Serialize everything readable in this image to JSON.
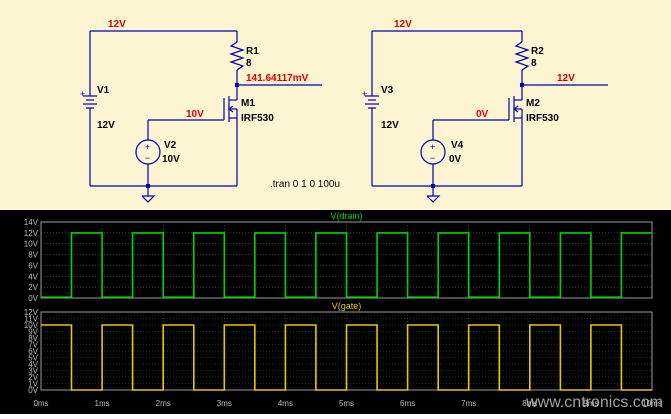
{
  "schematic": {
    "left": {
      "supply_label": "12V",
      "r_name": "R1",
      "r_value": "8",
      "drain_probe": "141.64117mV",
      "v_src_name": "V1",
      "v_src_value": "12V",
      "gate_label": "10V",
      "mos_name": "M1",
      "mos_model": "IRF530",
      "gate_src_name": "V2",
      "gate_src_value": "10V"
    },
    "right": {
      "supply_label": "12V",
      "r_name": "R2",
      "r_value": "8",
      "drain_probe": "12V",
      "v_src_name": "V3",
      "v_src_value": "12V",
      "gate_label": "0V",
      "mos_name": "M2",
      "mos_model": "IRF530",
      "gate_src_name": "V4",
      "gate_src_value": "0V"
    },
    "directive": ".tran 0 1 0 100u"
  },
  "chart_data": [
    {
      "type": "line",
      "title": "V(drain)",
      "color": "#00d400",
      "x_unit": "ms",
      "x_ticks": [
        "0ms",
        "1ms",
        "2ms",
        "3ms",
        "4ms",
        "5ms",
        "6ms",
        "7ms",
        "8ms",
        "9ms",
        "10ms"
      ],
      "y_ticks": [
        "0V",
        "2V",
        "4V",
        "6V",
        "8V",
        "10V",
        "12V",
        "14V"
      ],
      "ylim": [
        0,
        14
      ],
      "xlim": [
        0,
        10
      ],
      "grid": true,
      "series": [
        {
          "x": [
            0,
            0.5,
            0.5,
            1.0,
            1.0,
            1.5,
            1.5,
            2.0,
            2.0,
            2.5,
            2.5,
            3.0,
            3.0,
            3.5,
            3.5,
            4.0,
            4.0,
            4.5,
            4.5,
            5.0,
            5.0,
            5.5,
            5.5,
            6.0,
            6.0,
            6.5,
            6.5,
            7.0,
            7.0,
            7.5,
            7.5,
            8.0,
            8.0,
            8.5,
            8.5,
            9.0,
            9.0,
            9.5,
            9.5,
            10.0
          ],
          "y": [
            0.14,
            0.14,
            12,
            12,
            0.14,
            0.14,
            12,
            12,
            0.14,
            0.14,
            12,
            12,
            0.14,
            0.14,
            12,
            12,
            0.14,
            0.14,
            12,
            12,
            0.14,
            0.14,
            12,
            12,
            0.14,
            0.14,
            12,
            12,
            0.14,
            0.14,
            12,
            12,
            0.14,
            0.14,
            12,
            12,
            0.14,
            0.14,
            12,
            12
          ]
        }
      ]
    },
    {
      "type": "line",
      "title": "V(gate)",
      "color": "#e6c800",
      "x_unit": "ms",
      "x_ticks": [
        "0ms",
        "1ms",
        "2ms",
        "3ms",
        "4ms",
        "5ms",
        "6ms",
        "7ms",
        "8ms",
        "9ms",
        "10ms"
      ],
      "y_ticks": [
        "0V",
        "1V",
        "2V",
        "3V",
        "4V",
        "5V",
        "6V",
        "7V",
        "8V",
        "9V",
        "10V",
        "11V",
        "12V"
      ],
      "ylim": [
        0,
        12
      ],
      "xlim": [
        0,
        10
      ],
      "grid": true,
      "series": [
        {
          "x": [
            0,
            0.5,
            0.5,
            1.0,
            1.0,
            1.5,
            1.5,
            2.0,
            2.0,
            2.5,
            2.5,
            3.0,
            3.0,
            3.5,
            3.5,
            4.0,
            4.0,
            4.5,
            4.5,
            5.0,
            5.0,
            5.5,
            5.5,
            6.0,
            6.0,
            6.5,
            6.5,
            7.0,
            7.0,
            7.5,
            7.5,
            8.0,
            8.0,
            8.5,
            8.5,
            9.0,
            9.0,
            9.5,
            9.5,
            10.0
          ],
          "y": [
            10,
            10,
            0,
            0,
            10,
            10,
            0,
            0,
            10,
            10,
            0,
            0,
            10,
            10,
            0,
            0,
            10,
            10,
            0,
            0,
            10,
            10,
            0,
            0,
            10,
            10,
            0,
            0,
            10,
            10,
            0,
            0,
            10,
            10,
            0,
            0,
            10,
            10,
            0,
            0
          ]
        }
      ]
    }
  ],
  "watermark": "www.cntronics.com"
}
